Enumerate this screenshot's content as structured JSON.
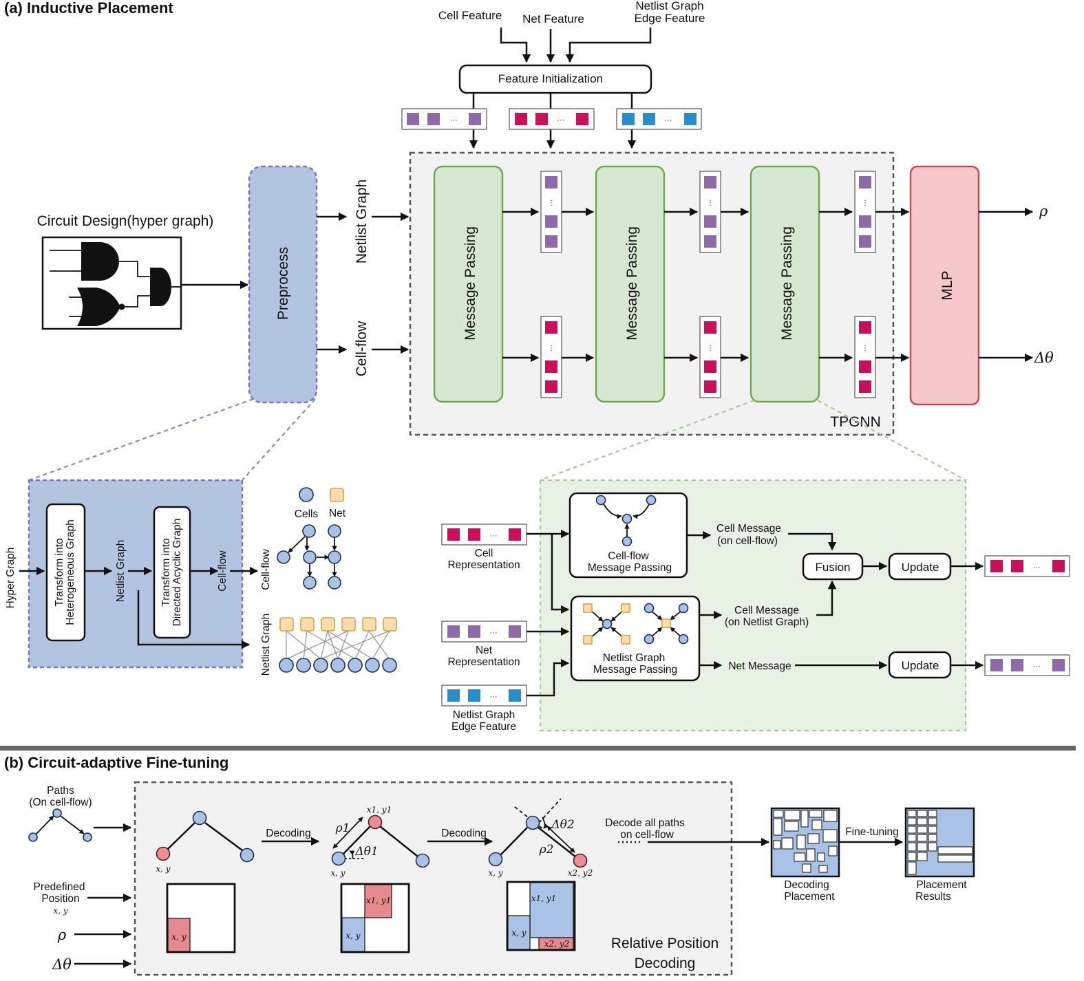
{
  "section_a": {
    "title": "(a) Inductive Placement",
    "circuit_title": "Circuit Design(hyper graph)",
    "preprocess": "Preprocess",
    "netlist_graph": "Netlist Graph",
    "cell_flow": "Cell-flow",
    "features": {
      "cell_feature": "Cell Feature",
      "net_feature": "Net Feature",
      "netlist_graph": "Netlist Graph",
      "edge_feature": "Edge Feature"
    },
    "feature_init": "Feature Initialization",
    "message_passing": "Message Passing",
    "tpgnn": "TPGNN",
    "mlp": "MLP",
    "out_rho": "ρ",
    "out_dtheta": "Δθ",
    "colors": {
      "cell": "#c8115a",
      "net": "#8e6aa8",
      "edge": "#2a8dc7",
      "preprocess": "#b3c4e0",
      "mp_fill": "#d7e8d2",
      "mp_stroke": "#6fa850",
      "mlp_fill": "#f6c8cb",
      "mlp_stroke": "#c74b55"
    }
  },
  "preprocess_detail": {
    "hyper_graph": "Hyper Graph",
    "transform_hetero_1": "Transform into",
    "transform_hetero_2": "Heterogeneous Graph",
    "netlist_graph": "Netlist Graph",
    "transform_dag_1": "Transform into",
    "transform_dag_2": "Directed Acyclic Graph",
    "cell_flow": "Cell-flow",
    "legend_cells": "Cells",
    "legend_net": "Net",
    "cell_flow_side": "Cell-flow",
    "netlist_graph_side": "Netlist Graph"
  },
  "mp_detail": {
    "cell_rep_1": "Cell",
    "cell_rep_2": "Representation",
    "net_rep_1": "Net",
    "net_rep_2": "Representation",
    "edge_feat_1": "Netlist Graph",
    "edge_feat_2": "Edge Feature",
    "cellflow_mp_1": "Cell-flow",
    "cellflow_mp_2": "Message Passing",
    "netlist_mp_1": "Netlist Graph",
    "netlist_mp_2": "Message Passing",
    "cell_msg_cf_1": "Cell Message",
    "cell_msg_cf_2": "(on cell-flow)",
    "cell_msg_ng_1": "Cell Message",
    "cell_msg_ng_2": "(on Netlist Graph)",
    "net_msg": "Net Message",
    "fusion": "Fusion",
    "update": "Update"
  },
  "section_b": {
    "title": "(b) Circuit-adaptive Fine-tuning",
    "paths_1": "Paths",
    "paths_2": "(On cell-flow)",
    "predef_1": "Predefined",
    "predef_2": "Position",
    "xy": "x, y",
    "rho": "ρ",
    "dtheta": "Δθ",
    "decoding": "Decoding",
    "rho1": "ρ1",
    "rho2": "ρ2",
    "dtheta1": "Δθ1",
    "dtheta2": "Δθ2",
    "x1y1": "x1, y1",
    "x2y2": "x2, y2",
    "decode_all_1": "Decode all paths",
    "decode_all_2": "on cell-flow",
    "rel_pos_1": "Relative Position",
    "rel_pos_2": "Decoding",
    "fine_tuning": "Fine-tuning",
    "decoding_placement_1": "Decoding",
    "decoding_placement_2": "Placement",
    "placement_results_1": "Placement",
    "placement_results_2": "Results"
  }
}
